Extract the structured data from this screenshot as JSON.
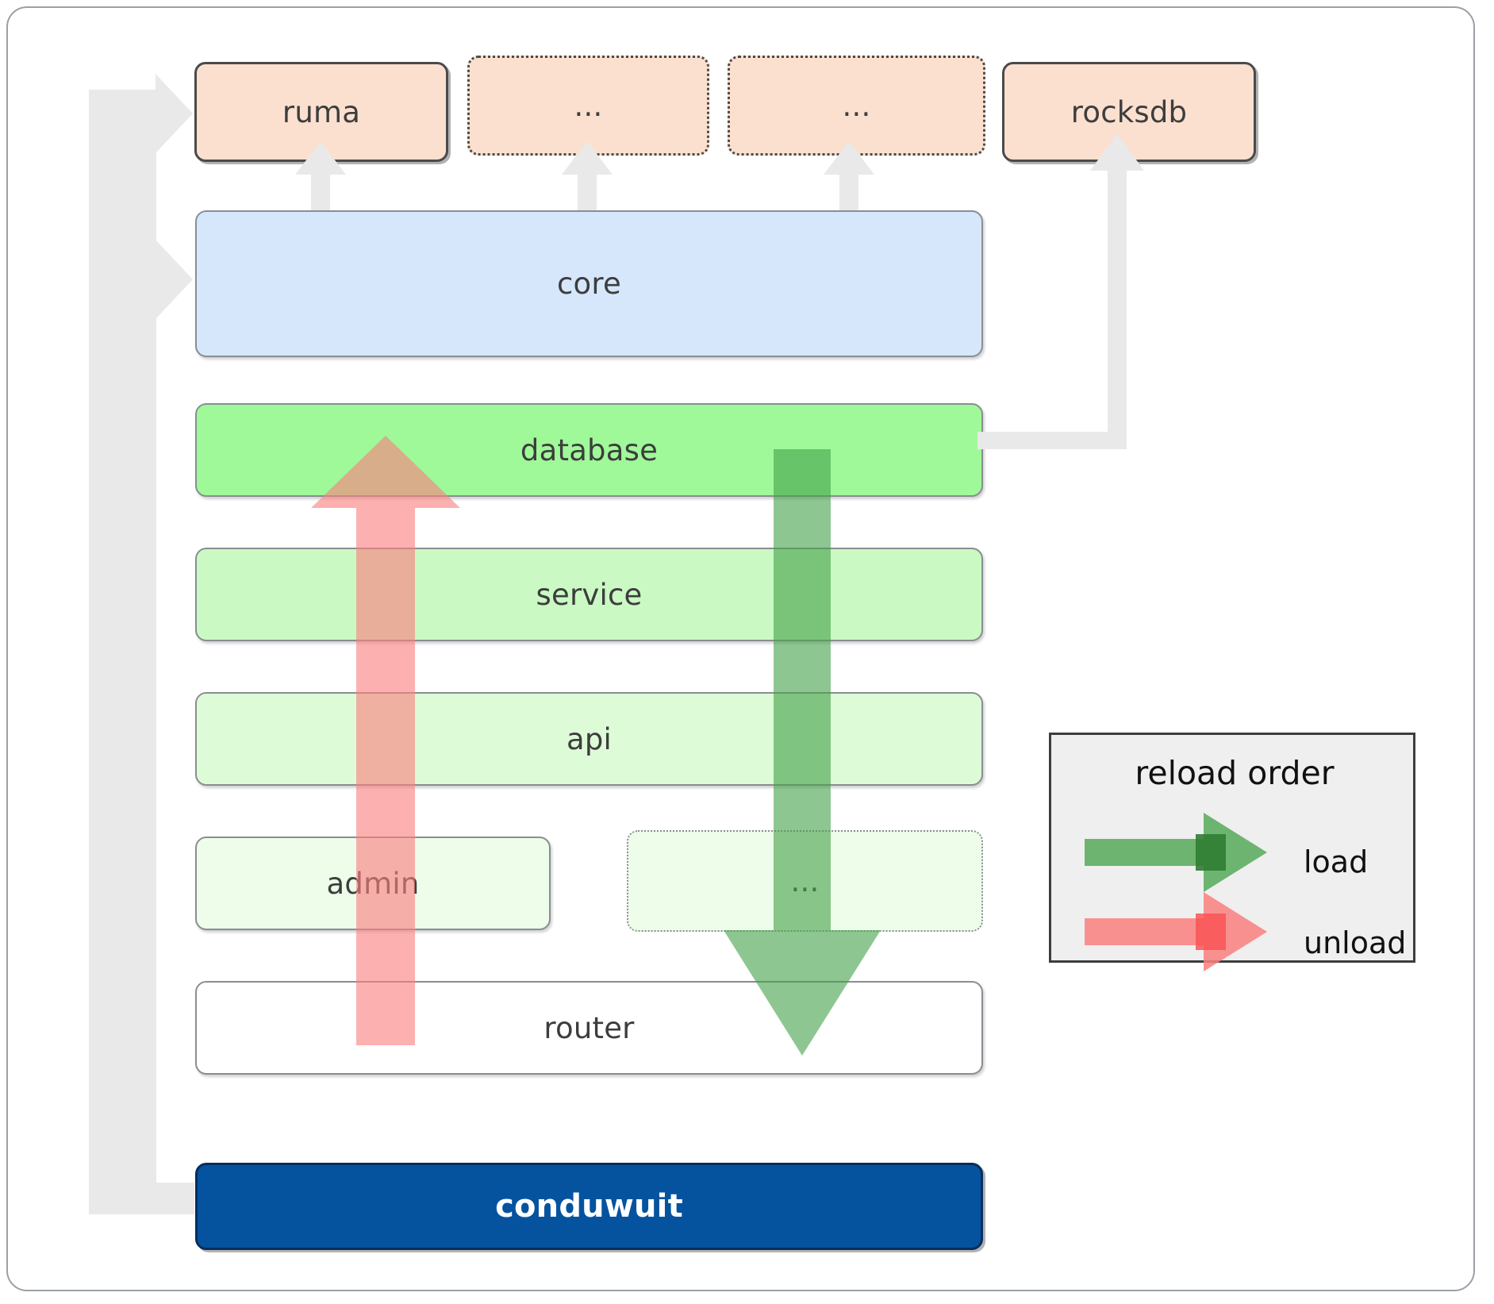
{
  "diagram": {
    "title": "conduwuit crate dependency / reload order diagram",
    "colors": {
      "peach": "#fbe0cf",
      "blue": "#d6e7fb",
      "green_strong": "#9ff998",
      "green_2": "#caf9c3",
      "green_3": "#ddfbd7",
      "green_4": "#edfdea",
      "navy": "#05539f",
      "load_arrow": "#4caf50",
      "unload_arrow": "#fa8383",
      "connector": "#e8e8e8",
      "border_dark": "#4a4a4a",
      "border_grey": "#888e92"
    },
    "top_row": [
      {
        "id": "ruma",
        "label": "ruma",
        "style": "solid"
      },
      {
        "id": "dots-1",
        "label": "...",
        "style": "dotted"
      },
      {
        "id": "dots-2",
        "label": "...",
        "style": "dotted"
      },
      {
        "id": "rocksdb",
        "label": "rocksdb",
        "style": "solid"
      }
    ],
    "layers": [
      {
        "id": "core",
        "label": "core",
        "style": "solid"
      },
      {
        "id": "database",
        "label": "database",
        "style": "solid"
      },
      {
        "id": "service",
        "label": "service",
        "style": "solid"
      },
      {
        "id": "api",
        "label": "api",
        "style": "solid"
      },
      {
        "id": "admin",
        "label": "admin",
        "style": "solid"
      },
      {
        "id": "extra",
        "label": "...",
        "style": "dotted"
      },
      {
        "id": "router",
        "label": "router",
        "style": "solid"
      }
    ],
    "root": {
      "id": "conduwuit",
      "label": "conduwuit"
    },
    "legend": {
      "title": "reload order",
      "entries": [
        {
          "id": "load",
          "label": "load",
          "color": "#4caf50",
          "direction": "down"
        },
        {
          "id": "unload",
          "label": "unload",
          "color": "#fa8383",
          "direction": "up"
        }
      ]
    }
  }
}
